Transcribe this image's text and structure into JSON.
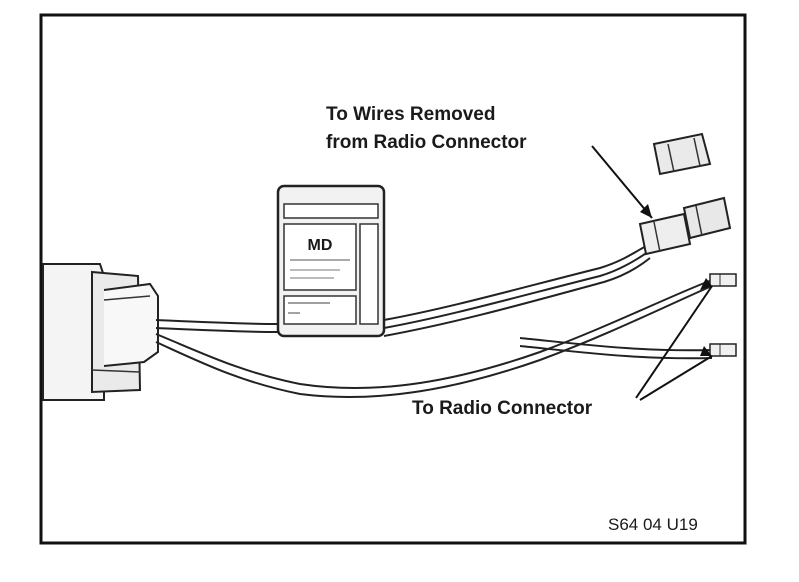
{
  "diagram": {
    "labels": {
      "wires_removed_line1": "To Wires Removed",
      "wires_removed_line2": "from Radio Connector",
      "radio_connector": "To Radio Connector",
      "figure_code": "S64 04 U19"
    },
    "module": {
      "brand": "MD"
    }
  }
}
